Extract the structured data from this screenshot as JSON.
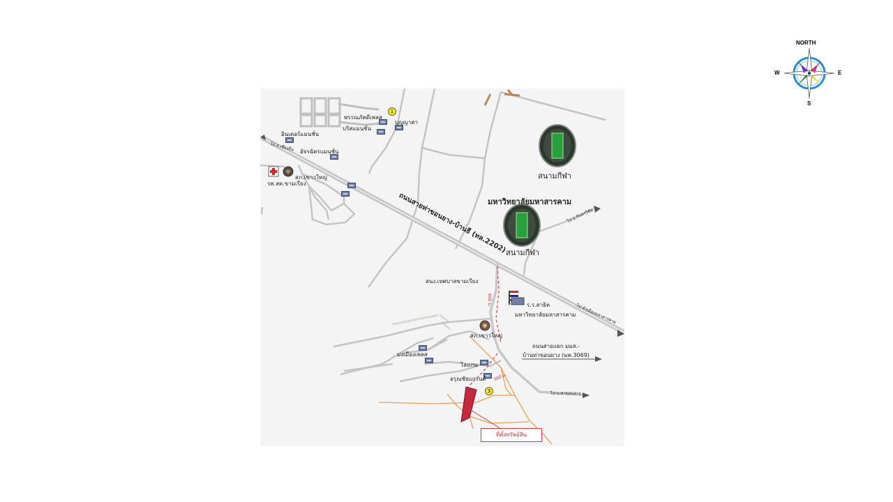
{
  "compass": {
    "north": "NORTH",
    "south": "S",
    "east": "E",
    "west": "W"
  },
  "map": {
    "labels": {
      "p1_place": "พรรณภัคดีเพลส",
      "boonyakha": "บุญญาคา",
      "residence_left": "บริสแมนชั่น",
      "inter_mansion": "อินเตอร์แมนชั่น",
      "atchara_mansion": "อัจรฉัตรแมนชั่น",
      "to_chiangyuen": "ไป อ.เชียงยืน",
      "police_khaoyai": "สภ.เขาวใหญ่",
      "hospital": "รพ.สต.ขามเรียง",
      "main_road": "ถนนสายท่าขอนยาง-บ้านธี (ทล.2202)",
      "stadium_top": "สนามกีฬา",
      "university": "มหาวิทยาลัยมหาสารคาม",
      "stadium_mid": "สนามกีฬา",
      "to_kantharawichai": "ไป อ.กันทรวิชัย",
      "municipality": "สนง.เทศบาลขามเรียง",
      "school": "ร.ร.สาธิต",
      "school_univ": "มหาวิทยาลัยมหาสารคาม",
      "to_city": "ไป ตัวเมืองมหาสารคาม",
      "distance_600": "600 ม.",
      "police_khaoyai_2": "สภ.เขาวใหญ่",
      "branch_road_1": "ถนนสายแยก มมส.-",
      "branch_road_2": "บ้านท่าขอนยาง (มค.3069)",
      "mueang_place": "ม่งเมืองเพลส",
      "lolanco": "โลแกน",
      "arunchai": "อรุณชัยแกรนด์",
      "distance_500": "500 ม.",
      "to_thakhonyang": "ไป บ.ท่าขอนยาง",
      "asset_location": "ที่ตั้งทรัพย์สิน"
    },
    "markers": {
      "m1": "1",
      "m3": "3"
    }
  }
}
